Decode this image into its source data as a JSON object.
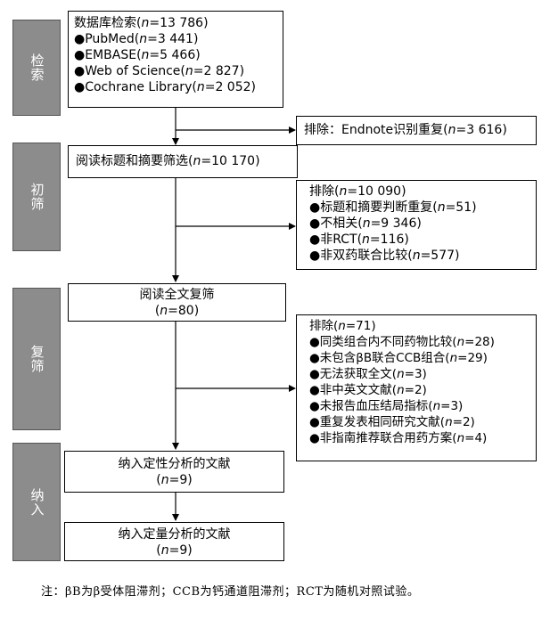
{
  "stages": [
    {
      "label": "检索"
    },
    {
      "label": "初筛"
    },
    {
      "label": "复筛"
    },
    {
      "label": "纳入"
    }
  ],
  "search_box": {
    "lines": [
      {
        "label": "数据库检索",
        "count": "13 786"
      },
      {
        "label": "●PubMed",
        "count": "3 441"
      },
      {
        "label": "●EMBASE",
        "count": "5 466"
      },
      {
        "label": "●Web of Science",
        "count": "2 827"
      },
      {
        "label": "●Cochrane Library",
        "count": "2 052"
      }
    ]
  },
  "exclude_dup": {
    "label": "排除：Endnote识别重复",
    "count": "3 616"
  },
  "title_screen": {
    "label": "阅读标题和摘要筛选",
    "count": "10 170"
  },
  "exclude_initial": {
    "lines": [
      {
        "label": "排除",
        "count": "10 090"
      },
      {
        "label": "●标题和摘要判断重复",
        "count": "51"
      },
      {
        "label": "●不相关",
        "count": "9 346"
      },
      {
        "label": "●非RCT",
        "count": "116"
      },
      {
        "label": "●非双药联合比较",
        "count": "577"
      }
    ]
  },
  "fulltext_screen": {
    "label": "阅读全文复筛",
    "count": "80"
  },
  "exclude_fulltext": {
    "lines": [
      {
        "label": "排除",
        "count": "71"
      },
      {
        "label": "●同类组合内不同药物比较",
        "count": "28"
      },
      {
        "label": "●未包含βB联合CCB组合",
        "count": "29"
      },
      {
        "label": "●无法获取全文",
        "count": "3"
      },
      {
        "label": "●非中英文文献",
        "count": "2"
      },
      {
        "label": "●未报告血压结局指标",
        "count": "3"
      },
      {
        "label": "●重复发表相同研究文献",
        "count": "2"
      },
      {
        "label": "●非指南推荐联合用药方案",
        "count": "4"
      }
    ]
  },
  "qualitative": {
    "label": "纳入定性分析的文献",
    "count": "9"
  },
  "quantitative": {
    "label": "纳入定量分析的文献",
    "count": "9"
  },
  "note": "注：βB为β受体阻滞剂；CCB为钙通道阻滞剂；RCT为随机对照试验。",
  "n_symbol": "n",
  "colors": {
    "stage_fill": "#8c8c8c",
    "stage_text": "#ffffff",
    "line": "#000000"
  }
}
